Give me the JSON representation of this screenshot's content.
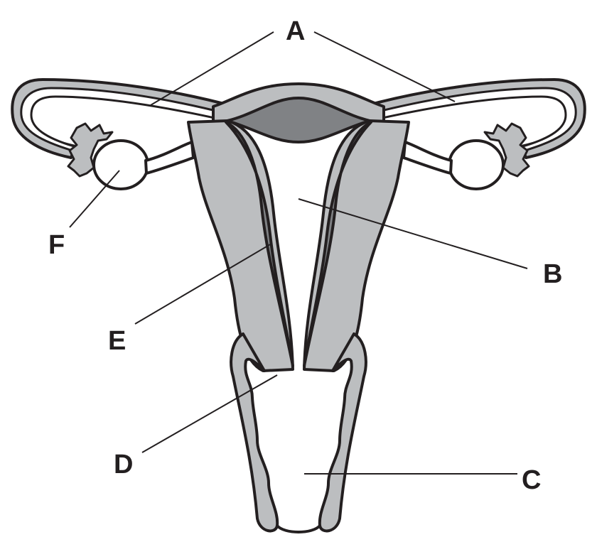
{
  "colors": {
    "outline": "#231f20",
    "tissue": "#bcbec0",
    "dark_tissue": "#808285",
    "cavity": "#ffffff",
    "leader_line": "#231f20"
  },
  "labels": {
    "a": "A",
    "b": "B",
    "c": "C",
    "d": "D",
    "e": "E",
    "f": "F"
  }
}
